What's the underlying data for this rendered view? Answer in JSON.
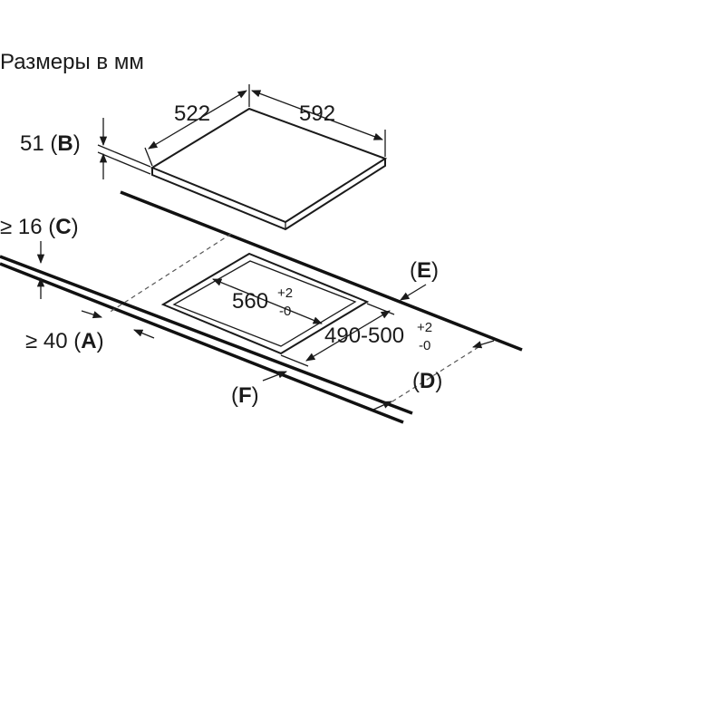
{
  "title": "Размеры в мм",
  "dimensions": {
    "depth": "522",
    "width": "592",
    "height_value": "51",
    "height_ref": "B",
    "cutout_width_value": "560",
    "cutout_width_tol_plus": "+2",
    "cutout_width_tol_minus": "-0",
    "cutout_depth_value": "490-500",
    "cutout_depth_tol_plus": "+2",
    "cutout_depth_tol_minus": "-0",
    "worktop_thickness_prefix": "≥ 16",
    "worktop_thickness_ref": "C",
    "front_distance_prefix": "≥ 40",
    "front_distance_ref": "A"
  },
  "references": {
    "d": "D",
    "e": "E",
    "f": "F"
  },
  "colors": {
    "line": "#1a1a1a",
    "background": "#ffffff"
  }
}
